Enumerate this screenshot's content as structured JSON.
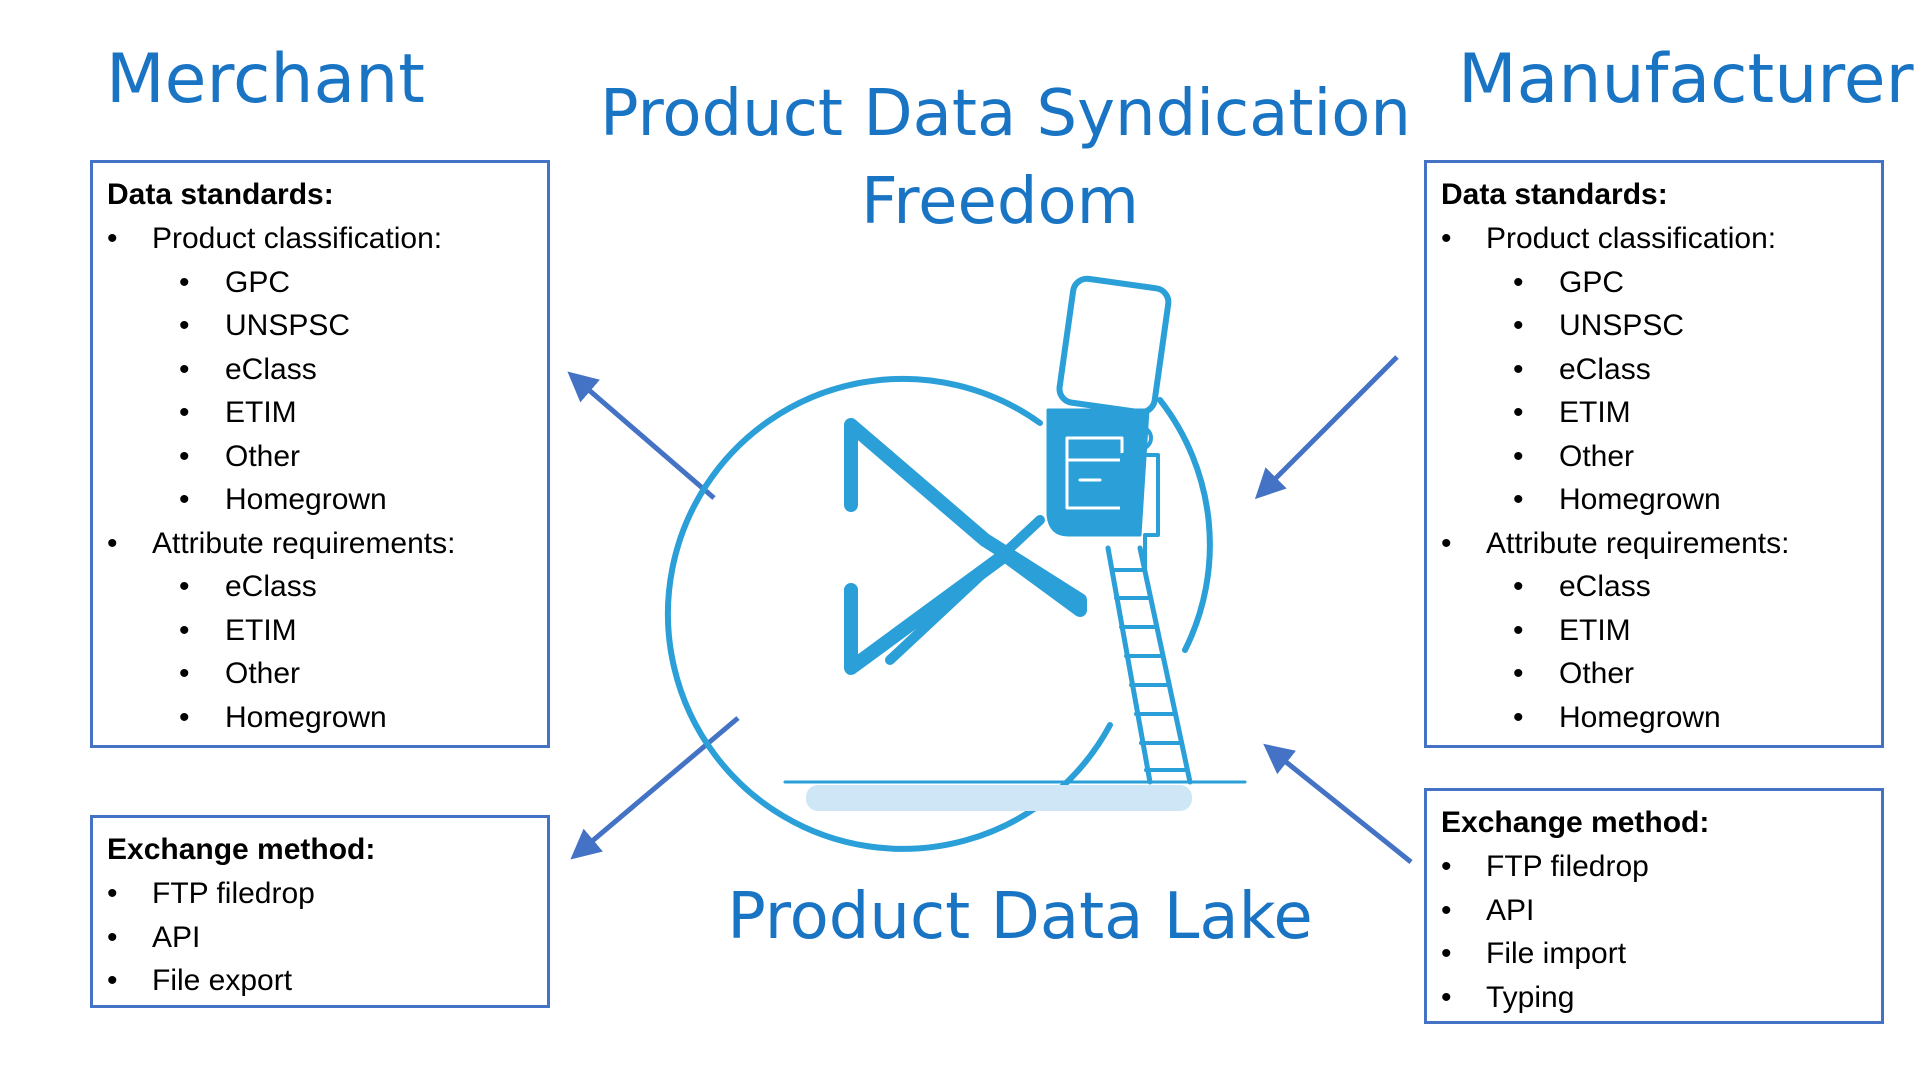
{
  "merchant": {
    "title": "Merchant",
    "standards": {
      "heading": "Data standards:",
      "classification_label": "Product classification:",
      "classification_items": [
        "GPC",
        "UNSPSC",
        "eClass",
        "ETIM",
        "Other",
        "Homegrown"
      ],
      "attribute_label": "Attribute requirements:",
      "attribute_items": [
        "eClass",
        "ETIM",
        "Other",
        "Homegrown"
      ]
    },
    "exchange": {
      "heading": "Exchange method:",
      "items": [
        "FTP filedrop",
        "API",
        "File export"
      ]
    }
  },
  "manufacturer": {
    "title": "Manufacturer",
    "standards": {
      "heading": "Data standards:",
      "classification_label": "Product classification:",
      "classification_items": [
        "GPC",
        "UNSPSC",
        "eClass",
        "ETIM",
        "Other",
        "Homegrown"
      ],
      "attribute_label": "Attribute requirements:",
      "attribute_items": [
        "eClass",
        "ETIM",
        "Other",
        "Homegrown"
      ]
    },
    "exchange": {
      "heading": "Exchange method:",
      "items": [
        "FTP filedrop",
        "API",
        "File import",
        "Typing"
      ]
    }
  },
  "center": {
    "title_line1": "Product Data Syndication",
    "title_line2": "Freedom",
    "bottom_title": "Product Data Lake",
    "logo_icon": "product-data-lake-logo"
  },
  "colors": {
    "heading": "#1a74c4",
    "box_border": "#4472c4",
    "arrow": "#4472c4",
    "logo": "#2a9fd8",
    "logo_light": "#cfe6f6"
  }
}
